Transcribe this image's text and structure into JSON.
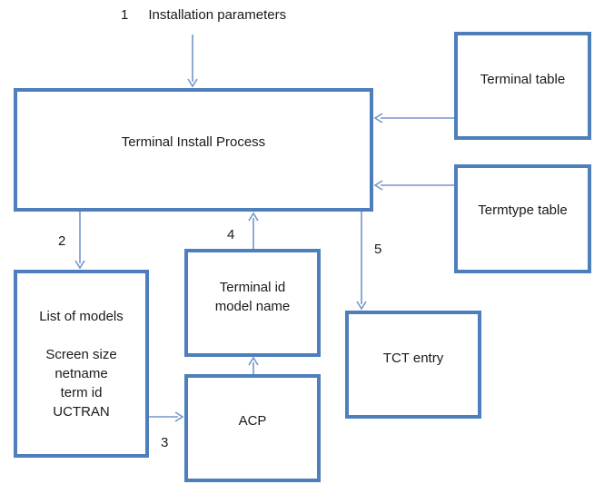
{
  "diagram": {
    "top_label": {
      "number": "1",
      "text": "Installation parameters"
    },
    "step_labels": {
      "two": "2",
      "three": "3",
      "four": "4",
      "five": "5"
    },
    "boxes": {
      "process": "Terminal Install Process",
      "terminal_table": "Terminal table",
      "termtype_table": "Termtype table",
      "models_title": "List of models",
      "models_lines": [
        "Screen size",
        "netname",
        "term id",
        "UCTRAN"
      ],
      "terminal_id_line1": "Terminal id",
      "terminal_id_line2": "model name",
      "acp": "ACP",
      "tct": "TCT entry"
    },
    "arrows": [
      {
        "step": "1",
        "from": "Installation parameters",
        "to": "Terminal Install Process",
        "direction": "down"
      },
      {
        "step": "",
        "from": "Terminal table",
        "to": "Terminal Install Process",
        "direction": "left"
      },
      {
        "step": "",
        "from": "Termtype table",
        "to": "Terminal Install Process",
        "direction": "left"
      },
      {
        "step": "2",
        "from": "Terminal Install Process",
        "to": "List of models",
        "direction": "down"
      },
      {
        "step": "3",
        "from": "List of models",
        "to": "ACP",
        "direction": "right"
      },
      {
        "step": "",
        "from": "ACP",
        "to": "Terminal id model name",
        "direction": "up"
      },
      {
        "step": "4",
        "from": "Terminal id model name",
        "to": "Terminal Install Process",
        "direction": "up"
      },
      {
        "step": "5",
        "from": "Terminal Install Process",
        "to": "TCT entry",
        "direction": "down"
      }
    ],
    "colors": {
      "box_border": "#4C7FBB",
      "arrow": "#7396C8",
      "text": "#1A1A1A",
      "background": "#FFFFFF"
    }
  }
}
